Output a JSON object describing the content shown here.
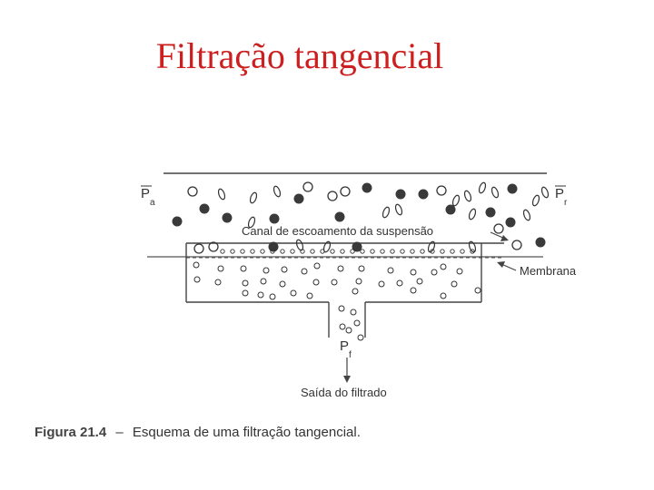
{
  "title": "Filtração tangencial",
  "diagram": {
    "pressure_inlet": "P",
    "pressure_inlet_sub": "a",
    "pressure_outlet": "P",
    "pressure_outlet_sub": "r",
    "pressure_filtrate": "P",
    "pressure_filtrate_sub": "f",
    "channel_label": "Canal de escoamento da suspensão",
    "membrane_label": "Membrana",
    "filtrate_outlet_label": "Saída do filtrado"
  },
  "caption": {
    "figure_number": "Figura 21.4",
    "dash": "–",
    "text": "Esquema de uma filtração tangencial."
  },
  "colors": {
    "title": "#cc1f1f",
    "ink": "#333333"
  }
}
